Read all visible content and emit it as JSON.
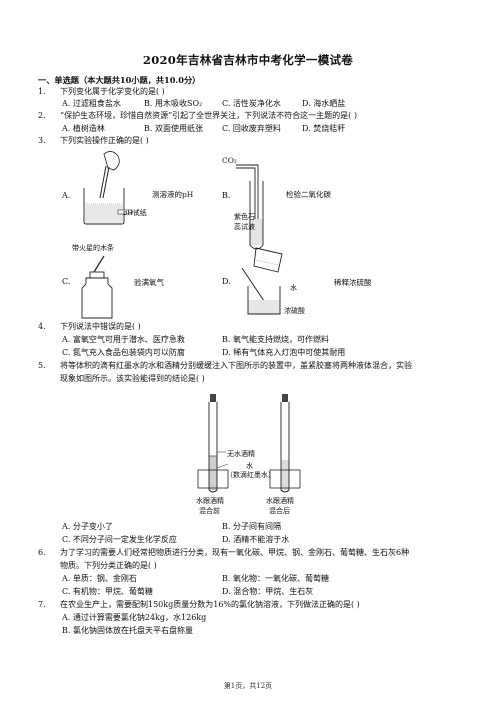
{
  "title": "2020年吉林省吉林市中考化学一模试卷",
  "section": "一、单选题（本大题共10小题，共10.0分）",
  "q1": {
    "num": "1.",
    "stem": "下列变化属于化学变化的是(    )",
    "options": [
      "A. 过滤粗食盐水",
      "B. 用木吸收SO₂",
      "C. 活性炭净化水",
      "D. 海水晒盐"
    ]
  },
  "q2": {
    "num": "2.",
    "stem": "“保护生态环境，珍惜自然资源”引起了全世界关注，下列说法不符合这一主题的是(    )",
    "options": [
      "A. 植树造林",
      "B. 双面使用纸张",
      "C. 回收废弃塑料",
      "D. 焚烧秸秆"
    ]
  },
  "q3": {
    "num": "3.",
    "stem": "下列实验操作正确的是(    )",
    "options": [
      {
        "letter": "A.",
        "caption": "测溶液的pH",
        "tag": "pH试纸"
      },
      {
        "letter": "B.",
        "caption": "检验二氧化碳",
        "tag1": "CO₂",
        "tag2": "紫色石",
        "tag3": "蕊试液"
      },
      {
        "letter": "C.",
        "caption": "验满氧气",
        "tag": "带火星的木条"
      },
      {
        "letter": "D.",
        "caption": "稀释浓硫酸",
        "tag1": "水",
        "tag2": "浓硫酸"
      }
    ]
  },
  "q4": {
    "num": "4.",
    "stem": "下列说法中错误的是(    )",
    "options": [
      "A. 富氧空气可用于潜水、医疗急救",
      "B. 氧气能支持燃烧，可作燃料",
      "C. 氮气充入食品包装袋内可以防腐",
      "D. 稀有气体充入灯泡中可使其耐用"
    ]
  },
  "q5": {
    "num": "5.",
    "stem": "将等体积的滴有红墨水的水和酒精分别缓缓注入下图所示的装置中，盖紧胶塞将两种液体混合，实验",
    "stem2": "现象如图所示。该实验能得到的结论是(    )",
    "fig": {
      "label1": "无水酒精",
      "label2": "水",
      "label3": "（数滴红墨水）",
      "cap1a": "水跟酒精",
      "cap1b": "混合前",
      "cap2a": "水跟酒精",
      "cap2b": "混合后"
    },
    "options": [
      "A. 分子变小了",
      "B. 分子间有间隔",
      "C. 不同分子间一定发生化学反应",
      "D. 酒精不能溶于水"
    ]
  },
  "q6": {
    "num": "6.",
    "stem": "为了学习的需要人们经常把物质进行分类，现有一氧化碳、甲烷、钢、金刚石、葡萄糖、生石灰6种",
    "stem2": "物质。下列分类正确的是(    )",
    "options": [
      "A. 单质：钢、金刚石",
      "B. 氧化物：一氧化碳、葡萄糖",
      "C. 有机物：甲烷、葡萄糖",
      "D. 混合物：甲烷、生石灰"
    ]
  },
  "q7": {
    "num": "7.",
    "stem": "在农业生产上，需要配制150kg质量分数为16%的氯化钠溶液，下列做法正确的是(    )",
    "options": [
      "A. 通过计算需要氯化钠24kg，水126kg",
      "B. 氯化钠固体放在托盘天平右盘称量"
    ]
  },
  "footer": "第1页，共12页"
}
